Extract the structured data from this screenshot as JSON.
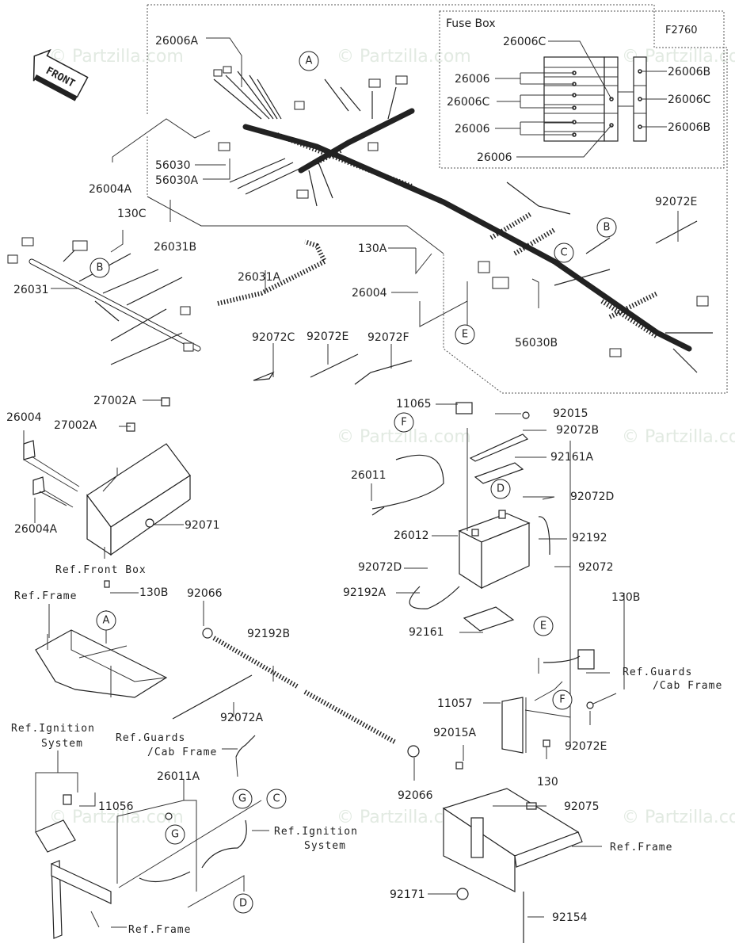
{
  "diagram": {
    "figure_id": "F2760",
    "front_label": "FRONT",
    "watermark": "© Partzilla.com",
    "fuse_box": {
      "title": "Fuse Box",
      "labels": [
        "26006C",
        "26006",
        "26006C",
        "26006",
        "26006",
        "26006B",
        "26006C",
        "26006B"
      ]
    },
    "refs": {
      "front_box": "Ref.Front Box",
      "frame_1": "Ref.Frame",
      "frame_2": "Ref.Frame",
      "frame_3": "Ref.Frame",
      "ignition_1_line1": "Ref.Ignition",
      "ignition_1_line2": "System",
      "ignition_2_line1": "Ref.Ignition",
      "ignition_2_line2": "System",
      "guards_1_line1": "Ref.Guards",
      "guards_1_line2": "/Cab Frame",
      "guards_2_line1": "Ref.Guards",
      "guards_2_line2": "/Cab Frame"
    },
    "callouts": [
      "A",
      "B",
      "C",
      "D",
      "E",
      "F",
      "G"
    ],
    "parts": {
      "p26006A": "26006A",
      "p26004A_top": "26004A",
      "p56030": "56030",
      "p56030A": "56030A",
      "p26031B": "26031B",
      "p130C": "130C",
      "p26031": "26031",
      "p26031A": "26031A",
      "p130A": "130A",
      "p26004_mid": "26004",
      "p56030B": "56030B",
      "p92072C": "92072C",
      "p92072E_mid": "92072E",
      "p92072F": "92072F",
      "p92072E_top": "92072E",
      "p27002A_1": "27002A",
      "p27002A_2": "27002A",
      "p26004_left": "26004",
      "p26004A_left": "26004A",
      "p92071": "92071",
      "p11065": "11065",
      "p92015": "92015",
      "p92072B": "92072B",
      "p92161A": "92161A",
      "p26011": "26011",
      "p92072D_r": "92072D",
      "p26012": "26012",
      "p92192": "92192",
      "p92072D_l": "92072D",
      "p92072": "92072",
      "p92192A": "92192A",
      "p92161": "92161",
      "p130B_l": "130B",
      "p92066_top": "92066",
      "p92192B": "92192B",
      "p92072A": "92072A",
      "p130B_r": "130B",
      "p11057": "11057",
      "p92072E_bot": "92072E",
      "p92015A": "92015A",
      "p130": "130",
      "p92066_bot": "92066",
      "p11056": "11056",
      "p26011A": "26011A",
      "p92075": "92075",
      "p92171": "92171",
      "p92154": "92154"
    }
  }
}
